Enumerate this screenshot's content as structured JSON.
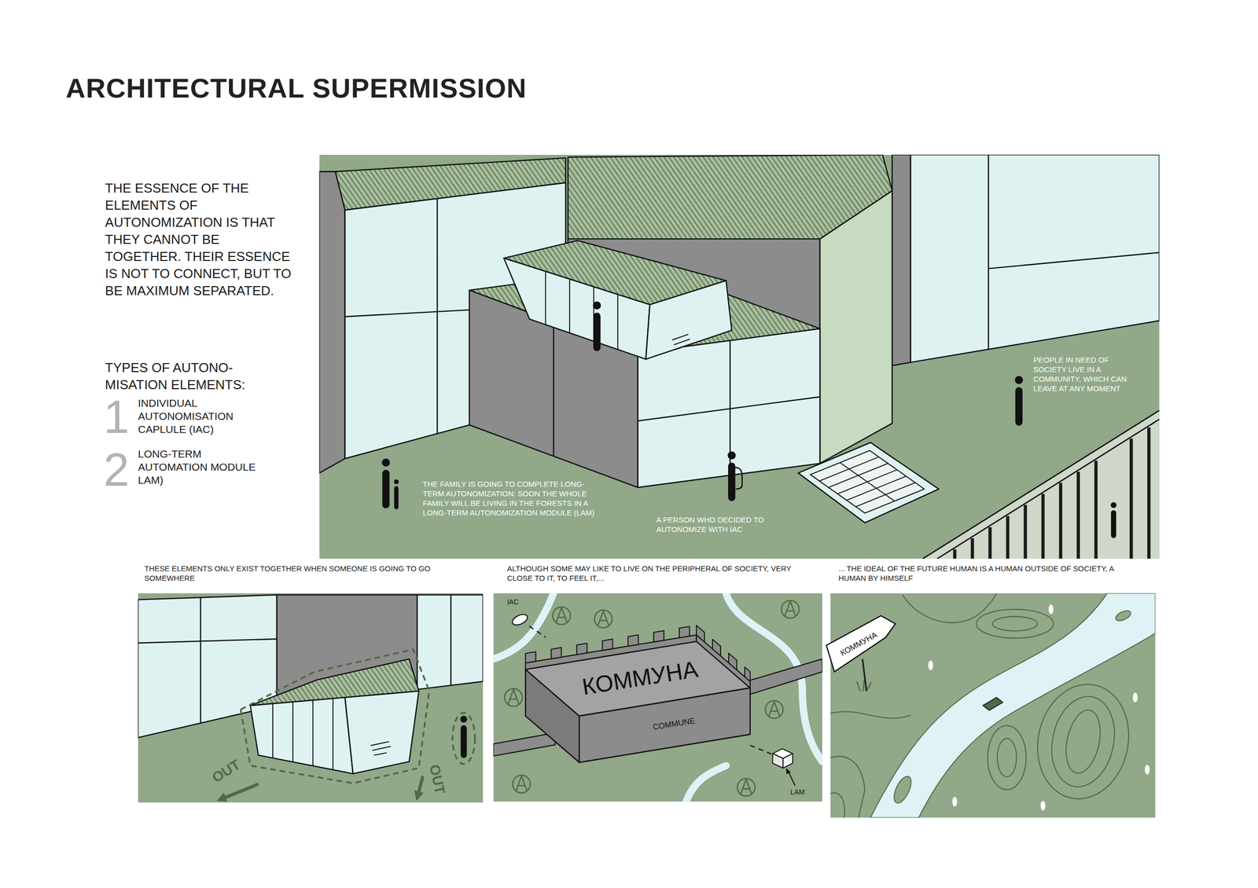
{
  "diagram": {
    "title": "ARCHITECTURAL SUPERMISSION",
    "nodes": [
      {
        "text": [
          "THE FAMILY IS GOING TO COMPLETE LONG-TERM AUTONOMIZATION: SOON THE WHOLE FAMILY WILL BE LIVING IN THE FORESTS IN A LONG-TERM AUTONOMIZATION MODULE (LAM)",
          "A PERSON WHO DECIDED TO AUTONOMIZE WITH IAC",
          "PEOPLE IN NEED OF SOCIETY LIVE IN A COMMUNITY, WHICH CAN LEAVE AT ANY MOMENT"
        ]
      },
      {
        "text": [
          "THESE ELEMENTS ONLY EXIST TOGETHER WHEN SOMEONE IS GOING TO GO SOMEWHERE",
          "OUT",
          "OUT"
        ]
      },
      {
        "text": [
          "ALTHOUGH SOME MAY LIKE TO LIVE ON THE PERIPHERAL OF SOCIETY, VERY CLOSE TO IT, TO FEEL IT,..."
        ]
      },
      {
        "text": [
          "IAC"
        ],
        "in": 2
      },
      {
        "text": [
          "КОММУНА",
          "COMMUNE"
        ],
        "in": 2
      },
      {
        "text": [
          "LAM"
        ],
        "in": 2
      },
      {
        "text": [
          "... THE IDEAL OF THE FUTURE HUMAN IS A HUMAN OUTSIDE OF SOCIETY, A HUMAN BY HIMSELF"
        ]
      },
      {
        "text": [
          "КОММУНА"
        ],
        "in": 6
      }
    ],
    "edges": [
      {
        "from": 3,
        "to": 4,
        "arrow": "none"
      },
      {
        "from": 4,
        "to": 5,
        "arrow": "none"
      }
    ],
    "labels": [
      "THE ESSENCE OF THE ELEMENTS OF AUTONOMIZATION IS THAT THEY CANNOT BE TOGETHER. THEIR ESSENCE IS NOT TO CONNECT, BUT TO BE MAXIMUM SEPARATED.",
      "TYPES OF AUTONO- MISATION ELEMENTS:",
      "1",
      "INDIVIDUAL AUTONOMISATION CAPLULE (IAC)",
      "2",
      "LONG-TERM AUTOMATION MODULE LAM)"
    ]
  }
}
